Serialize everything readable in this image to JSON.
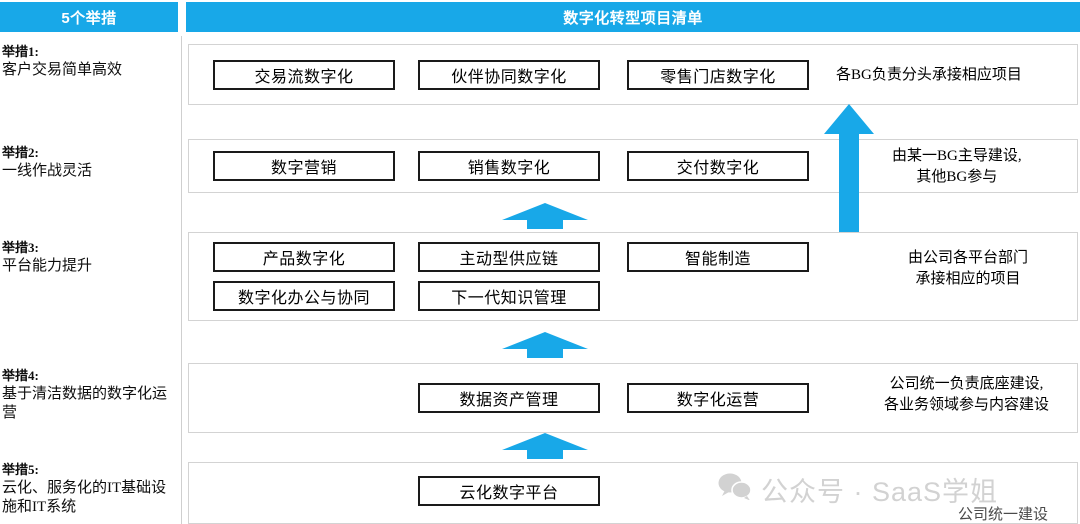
{
  "header": {
    "left_title": "5个举措",
    "right_title": "数字化转型项目清单",
    "accent_color": "#18A8E8"
  },
  "measures": [
    {
      "num": "举措1:",
      "text": "客户交易简单高效"
    },
    {
      "num": "举措2:",
      "text": "一线作战灵活"
    },
    {
      "num": "举措3:",
      "text": "平台能力提升"
    },
    {
      "num": "举措4:",
      "text": "基于清洁数据的数字化运营"
    },
    {
      "num": "举措5:",
      "text": "云化、服务化的IT基础设施和IT系统"
    }
  ],
  "rows": [
    {
      "id": "row-1",
      "boxes_top": [
        "交易流数字化",
        "伙伴协同数字化",
        "零售门店数字化"
      ],
      "boxes_bottom": [],
      "note": [
        "各BG负责分头承接相应项目"
      ]
    },
    {
      "id": "row-2",
      "boxes_top": [
        "数字营销",
        "销售数字化",
        "交付数字化"
      ],
      "boxes_bottom": [],
      "note": [
        "由某一BG主导建设,",
        "其他BG参与"
      ]
    },
    {
      "id": "row-3",
      "boxes_top": [
        "产品数字化",
        "主动型供应链",
        "智能制造"
      ],
      "boxes_bottom": [
        "数字化办公与协同",
        "下一代知识管理"
      ],
      "note": [
        "由公司各平台部门",
        "承接相应的项目"
      ]
    },
    {
      "id": "row-4",
      "boxes_top": [
        "数据资产管理",
        "数字化运营"
      ],
      "boxes_bottom": [],
      "note": [
        "公司统一负责底座建设,",
        "各业务领域参与内容建设"
      ]
    },
    {
      "id": "row-5",
      "boxes_top": [
        "云化数字平台"
      ],
      "boxes_bottom": [],
      "note": [
        "公司统一建设"
      ]
    }
  ],
  "boxes": {
    "r1c1": "交易流数字化",
    "r1c2": "伙伴协同数字化",
    "r1c3": "零售门店数字化",
    "r2c1": "数字营销",
    "r2c2": "销售数字化",
    "r2c3": "交付数字化",
    "r3c1": "产品数字化",
    "r3c2": "主动型供应链",
    "r3c3": "智能制造",
    "r3c1b": "数字化办公与协同",
    "r3c2b": "下一代知识管理",
    "r4c2": "数据资产管理",
    "r4c3": "数字化运营",
    "r5c2": "云化数字平台"
  },
  "notes": {
    "n1": "各BG负责分头承接相应项目",
    "n2_line1": "由某一BG主导建设,",
    "n2_line2": "其他BG参与",
    "n3_line1": "由公司各平台部门",
    "n3_line2": "承接相应的项目",
    "n4_line1": "公司统一负责底座建设,",
    "n4_line2": "各业务领域参与内容建设",
    "n5": "公司统一建设"
  },
  "arrows": {
    "flat_color": "#18A8E8",
    "tall_color": "#18A8E8",
    "count_flat": 3,
    "tall_label": "platform-to-business-uplift"
  },
  "watermark": {
    "text": "公众号 · SaaS学姐",
    "icon": "wechat-icon",
    "color": "#d2d2d2"
  }
}
